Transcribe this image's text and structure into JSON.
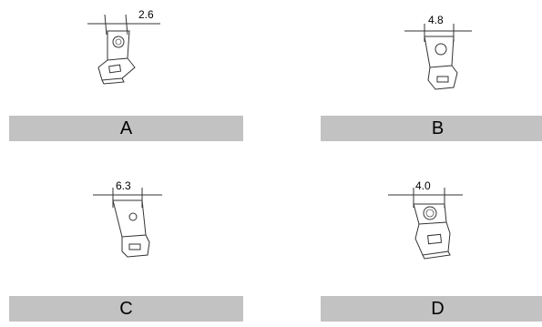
{
  "options": [
    {
      "label": "A",
      "dimension": "2.6"
    },
    {
      "label": "B",
      "dimension": "4.8"
    },
    {
      "label": "C",
      "dimension": "6.3"
    },
    {
      "label": "D",
      "dimension": "4.0"
    }
  ],
  "colors": {
    "label_bar": "#c2c2c2",
    "line": "#333333"
  }
}
